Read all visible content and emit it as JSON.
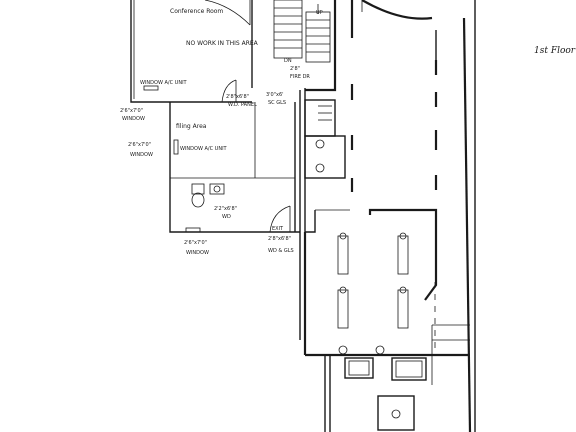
{
  "labels": {
    "conference_room": "Conference Room",
    "no_work": "NO WORK IN THIS AREA",
    "filing_area": "filing Area",
    "floor": "1st Floor",
    "up": "UP",
    "dn": "DN",
    "window_ac": "WINDOW A/C UNIT",
    "window_ac_2": "WINDOW A/C UNIT",
    "window_1_dim": "2'6\"x7'0\"",
    "window_1": "WINDOW",
    "window_2_dim": "2'6\"x7'0\"",
    "window_2": "WINDOW",
    "window_3_dim": "2'6\"x7'0\"",
    "window_3": "WINDOW",
    "door_panel_dim": "2'8\"x6'8\"",
    "door_panel": "W.D. PANEL",
    "door_glass_top_dim": "3'0\"x6'",
    "door_glass_top": "SC GLS",
    "fire_door_dim": "2'8\"",
    "fire_door": "FIRE DR",
    "wd_dim": "2'2\"x6'8\"",
    "wd": "WD",
    "exit": "EXIT",
    "exit_door_dim": "2'8\"x6'8\"",
    "exit_door": "WD & GLS"
  }
}
